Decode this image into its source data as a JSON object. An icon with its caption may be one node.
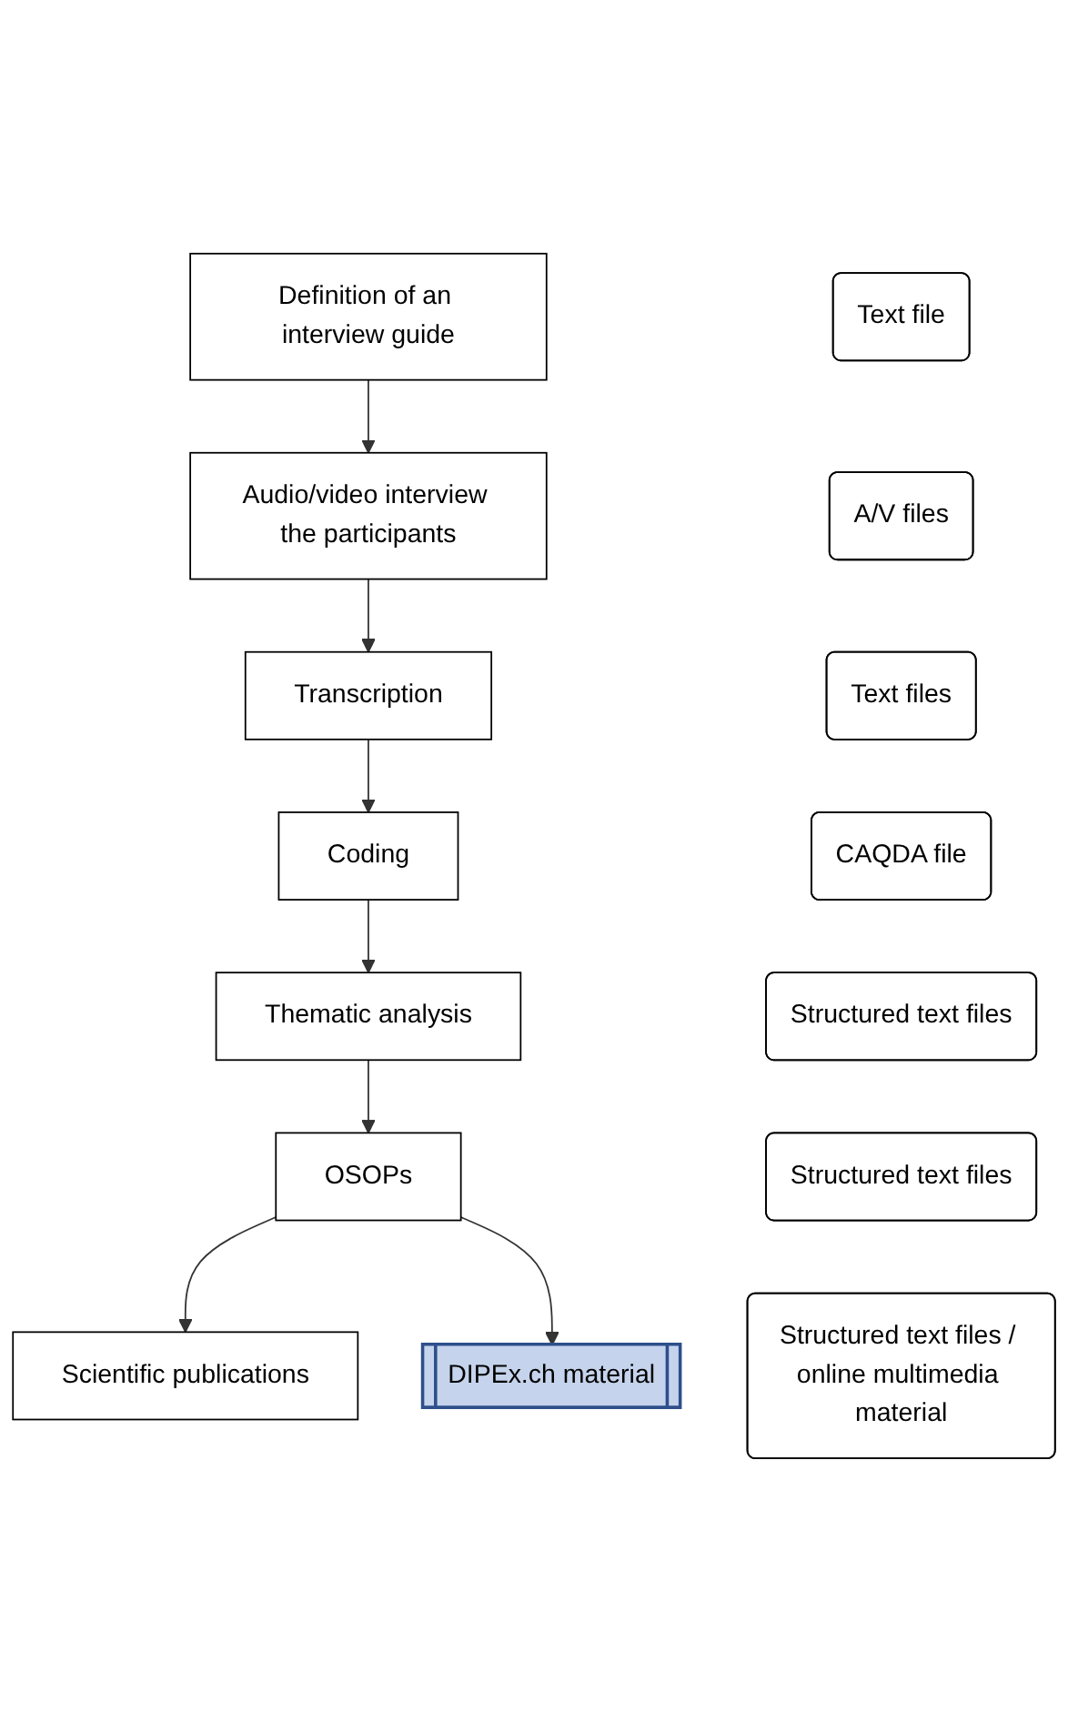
{
  "diagram": {
    "nodes": [
      {
        "text": [
          "Definition of an interview guide"
        ]
      },
      {
        "text": [
          "Text file"
        ]
      },
      {
        "text": [
          "Audio/video interview the participants"
        ]
      },
      {
        "text": [
          "A/V files"
        ]
      },
      {
        "text": [
          "Transcription"
        ]
      },
      {
        "text": [
          "Text files"
        ]
      },
      {
        "text": [
          "Coding"
        ]
      },
      {
        "text": [
          "CAQDA file"
        ]
      },
      {
        "text": [
          "Thematic analysis"
        ]
      },
      {
        "text": [
          "Structured text files"
        ]
      },
      {
        "text": [
          "OSOPs"
        ]
      },
      {
        "text": [
          "Structured text files"
        ]
      },
      {
        "text": [
          "Scientific publications"
        ]
      },
      {
        "text": [
          "DIPEx.ch material"
        ]
      },
      {
        "text": [
          "Structured text files / online multimedia material"
        ]
      }
    ],
    "edges": [
      {
        "from": 0,
        "to": 2,
        "arrow": "to"
      },
      {
        "from": 2,
        "to": 4,
        "arrow": "to"
      },
      {
        "from": 4,
        "to": 6,
        "arrow": "to"
      },
      {
        "from": 6,
        "to": 8,
        "arrow": "to"
      },
      {
        "from": 8,
        "to": 10,
        "arrow": "to"
      },
      {
        "from": 10,
        "to": 12,
        "arrow": "to"
      },
      {
        "from": 10,
        "to": 13,
        "arrow": "to"
      }
    ]
  }
}
